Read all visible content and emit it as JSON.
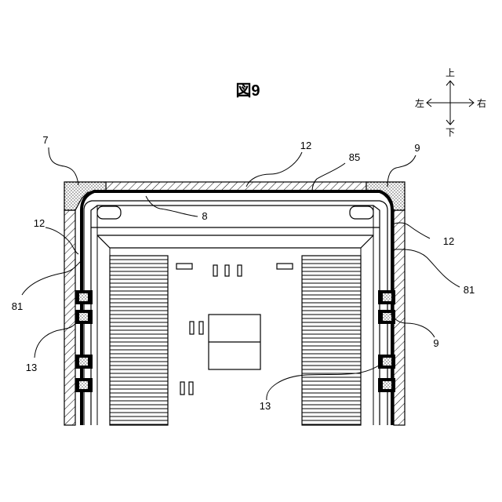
{
  "figure": {
    "title": "図9"
  },
  "directions": {
    "up": "上",
    "down": "下",
    "left": "左",
    "right": "右"
  },
  "labels": {
    "ref_7": "7",
    "ref_12_top": "12",
    "ref_85": "85",
    "ref_9_top": "9",
    "ref_8": "8",
    "ref_12_left": "12",
    "ref_12_right": "12",
    "ref_81_left": "81",
    "ref_81_right": "81",
    "ref_13_left": "13",
    "ref_13_bottom": "13",
    "ref_9_right": "9"
  }
}
